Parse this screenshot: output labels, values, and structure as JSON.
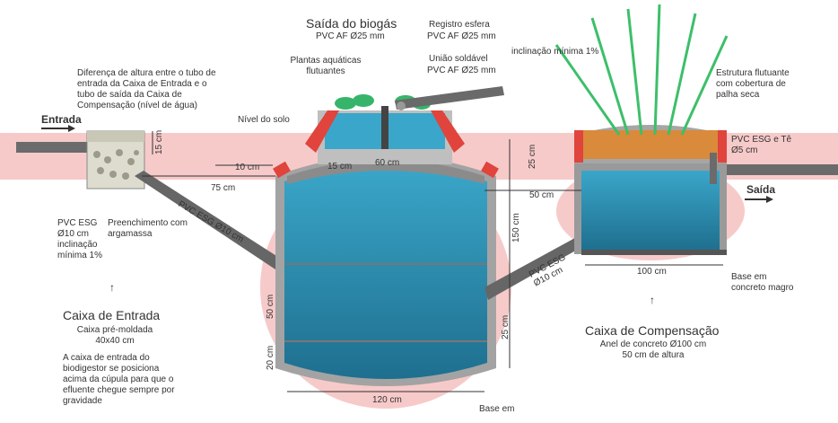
{
  "labels": {
    "biogas_outlet": "Saída do biogás",
    "biogas_pipe": "PVC AF Ø25 mm",
    "ball_valve": "Registro esfera",
    "ball_valve_pipe": "PVC AF Ø25 mm",
    "union": "União soldável",
    "union_pipe": "PVC AF Ø25 mm",
    "min_slope_top": "inclinação mínima 1%",
    "floating_plants": "Plantas aquáticas flutuantes",
    "height_diff": "Diferença de altura entre o tubo de entrada da Caixa de Entrada e o tubo de saída da Caixa de Compensação (nível de água)",
    "ground_level": "Nível do solo",
    "entrada": "Entrada",
    "saida": "Saída",
    "floating_structure": "Estrutura flutuante com cobertura de palha seca",
    "pvc_esg_te": "PVC ESG e Tê Ø5 cm",
    "pvc_esg_left": "PVC ESG Ø10 cm inclinação mínima 1%",
    "mortar_fill": "Preenchimento com argamassa",
    "pvc_diag_left": "PVC ESG Ø10 cm",
    "pvc_diag_right": "PVC ESG Ø10 cm",
    "base_concrete_right": "Base em concreto magro",
    "base_concrete_bottom": "Base em",
    "inlet_box_title": "Caixa de Entrada",
    "inlet_box_sub": "Caixa pré-moldada 40x40 cm",
    "inlet_box_desc": "A caixa de entrada do biodigestor se posiciona acima da cúpula para que o efluente chegue sempre por gravidade",
    "comp_box_title": "Caixa de Compensação",
    "comp_box_sub": "Anel de concreto Ø100 cm 50 cm de altura"
  },
  "dimensions": {
    "d15_inlet": "15 cm",
    "d10": "10 cm",
    "d75": "75 cm",
    "d15_dome": "15 cm",
    "d60": "60 cm",
    "d25_top": "25 cm",
    "d150": "150 cm",
    "d50_gap": "50 cm",
    "d100": "100 cm",
    "d50_side": "50 cm",
    "d20": "20 cm",
    "d120": "120 cm",
    "d25_side": "25 cm"
  },
  "colors": {
    "soil": "#f7c8c8",
    "water": "#2f93b8",
    "concrete": "#9a9a9a",
    "brick": "#e0443c",
    "pipe": "#6f6f6f",
    "plant_green": "#3dbf6a"
  }
}
